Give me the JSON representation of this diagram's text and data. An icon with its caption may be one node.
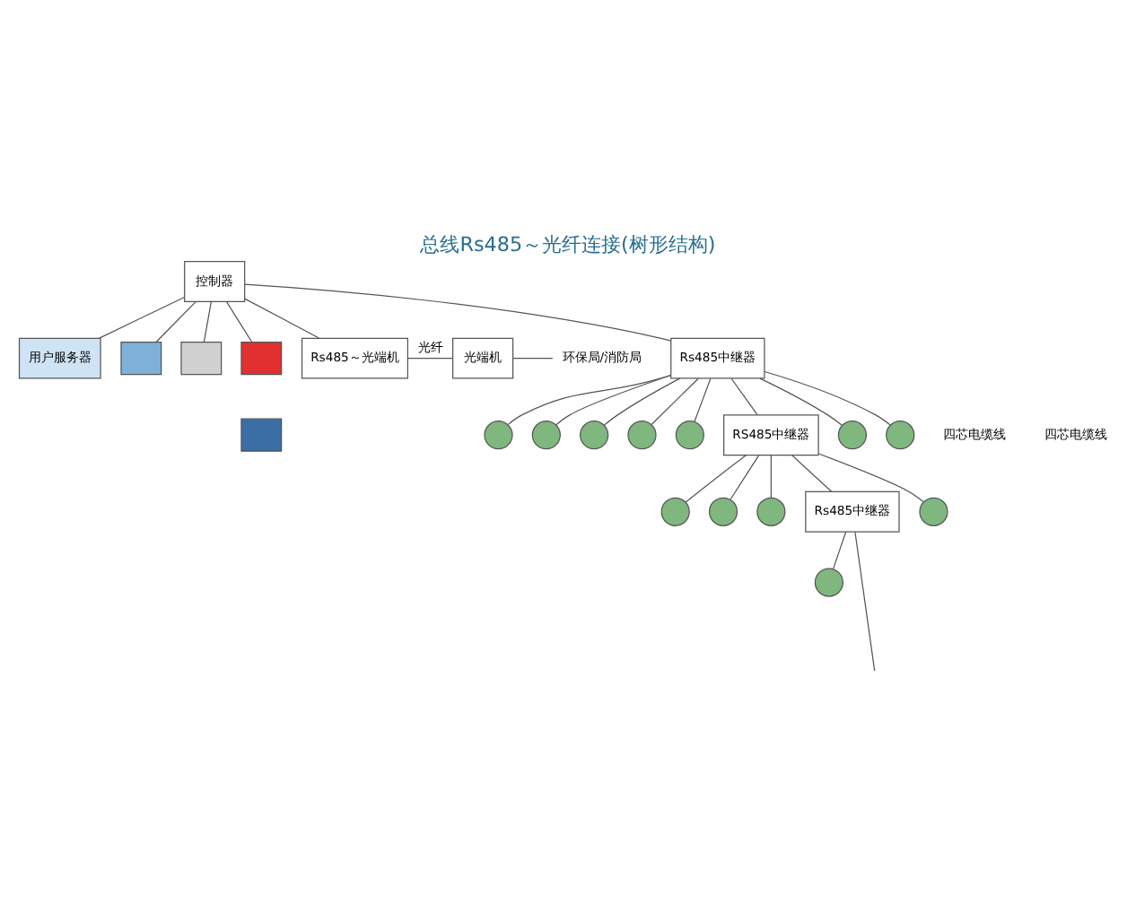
{
  "diagram": {
    "title": "总线Rs485～光纤连接(树形结构)",
    "nodes": [
      {
        "text": [
          "控制器"
        ]
      },
      {
        "text": [
          "用户服务器"
        ]
      },
      {
        "text": [],
        "shape": "box"
      },
      {
        "text": [],
        "shape": "box"
      },
      {
        "text": [],
        "shape": "box"
      },
      {
        "text": [],
        "shape": "box"
      },
      {
        "text": [
          "Rs485～光端机"
        ]
      },
      {
        "text": [
          "光端机"
        ]
      },
      {
        "text": [
          "环保局/消防局"
        ]
      },
      {
        "text": [
          "Rs485中继器"
        ]
      },
      {
        "text": [],
        "shape": "circle"
      },
      {
        "text": [],
        "shape": "circle"
      },
      {
        "text": [],
        "shape": "circle"
      },
      {
        "text": [],
        "shape": "circle"
      },
      {
        "text": [],
        "shape": "circle"
      },
      {
        "text": [
          "RS485中继器"
        ]
      },
      {
        "text": [],
        "shape": "circle"
      },
      {
        "text": [],
        "shape": "circle"
      },
      {
        "text": [],
        "shape": "circle"
      },
      {
        "text": [],
        "shape": "circle"
      },
      {
        "text": [],
        "shape": "circle"
      },
      {
        "text": [
          "Rs485中继器"
        ]
      },
      {
        "text": [],
        "shape": "circle"
      },
      {
        "text": [],
        "shape": "circle"
      }
    ],
    "edges": [
      {
        "from": 0,
        "to": 1,
        "arrow": "none"
      },
      {
        "from": 0,
        "to": 2,
        "arrow": "none"
      },
      {
        "from": 0,
        "to": 3,
        "arrow": "none"
      },
      {
        "from": 0,
        "to": 4,
        "arrow": "none"
      },
      {
        "from": 0,
        "to": 6,
        "arrow": "none"
      },
      {
        "from": 6,
        "to": 7,
        "arrow": "none",
        "label": "光纤"
      },
      {
        "from": 7,
        "to": 8,
        "arrow": "none"
      },
      {
        "from": 0,
        "to": 9,
        "arrow": "none"
      },
      {
        "from": 9,
        "to": 10,
        "arrow": "none"
      },
      {
        "from": 9,
        "to": 11,
        "arrow": "none"
      },
      {
        "from": 9,
        "to": 12,
        "arrow": "none"
      },
      {
        "from": 9,
        "to": 13,
        "arrow": "none"
      },
      {
        "from": 9,
        "to": 14,
        "arrow": "none"
      },
      {
        "from": 9,
        "to": 16,
        "arrow": "none"
      },
      {
        "from": 9,
        "to": 17,
        "arrow": "none"
      },
      {
        "from": 9,
        "to": 15,
        "arrow": "none"
      },
      {
        "from": 15,
        "to": 18,
        "arrow": "none"
      },
      {
        "from": 15,
        "to": 19,
        "arrow": "none"
      },
      {
        "from": 15,
        "to": 20,
        "arrow": "none"
      },
      {
        "from": 15,
        "to": 22,
        "arrow": "none"
      },
      {
        "from": 15,
        "to": 21,
        "arrow": "none"
      },
      {
        "from": 21,
        "to": 23,
        "arrow": "none"
      },
      {
        "from": 21,
        "to": null,
        "arrow": "none"
      }
    ],
    "labels": [
      "四芯电缆线",
      "四芯电缆线"
    ]
  }
}
